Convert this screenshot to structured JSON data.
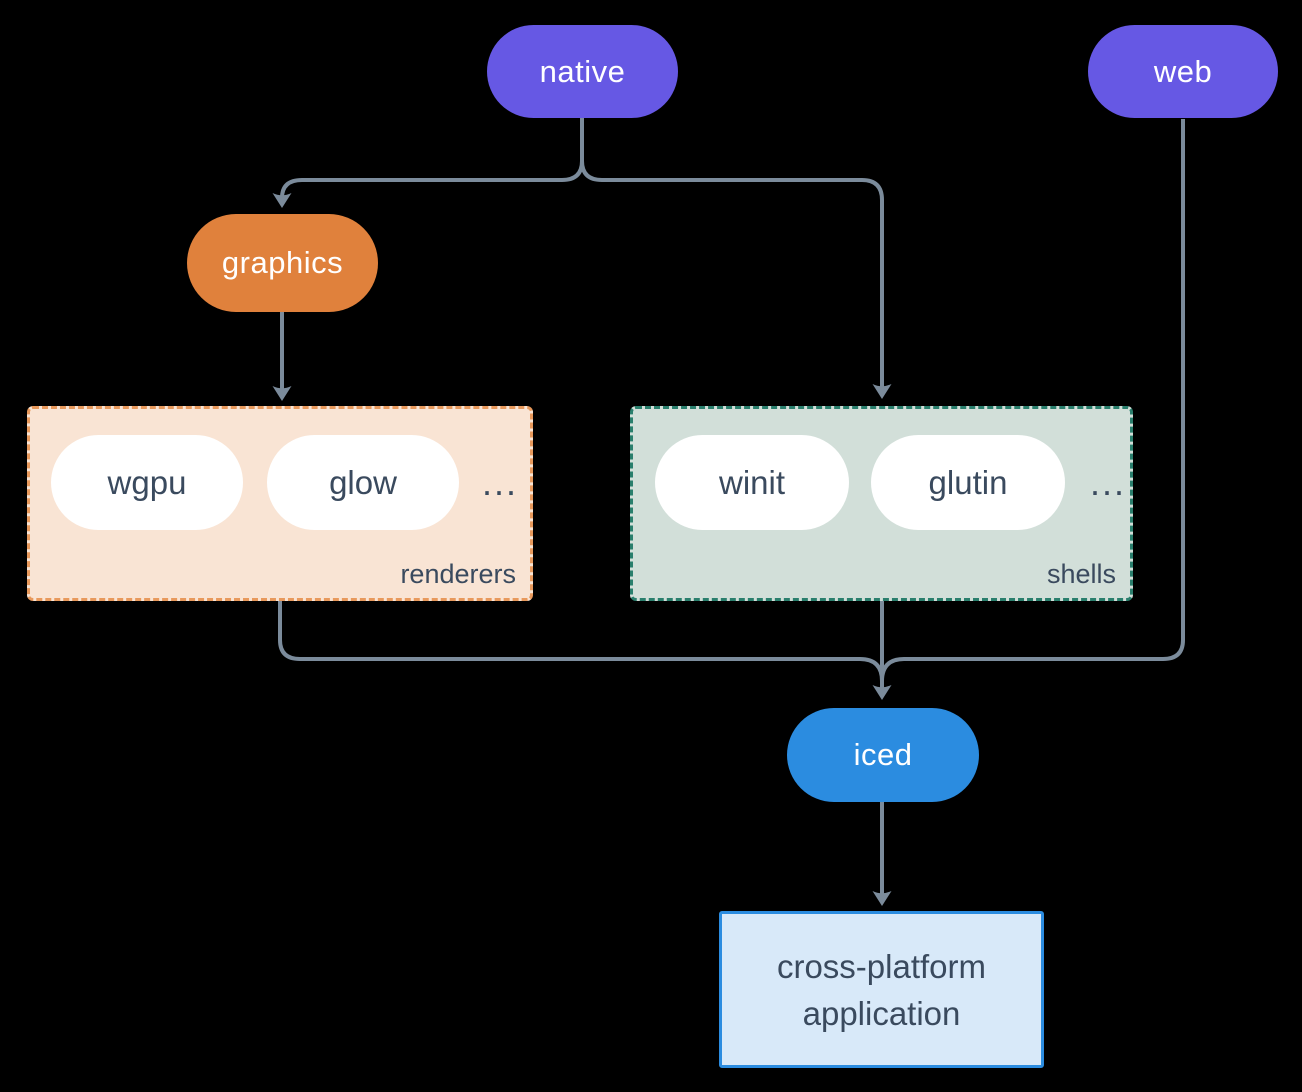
{
  "diagram": {
    "background": "#000000",
    "connector_color": "#7b8b9b",
    "item_fill": "#ffffff",
    "item_text_color": "#3a4a5e",
    "nodes": {
      "native": {
        "label": "native",
        "color": "#6658e4",
        "text_color": "#ffffff"
      },
      "web": {
        "label": "web",
        "color": "#6658e4",
        "text_color": "#ffffff"
      },
      "graphics": {
        "label": "graphics",
        "color": "#e0813c",
        "text_color": "#ffffff"
      },
      "iced": {
        "label": "iced",
        "color": "#2b8ce0",
        "text_color": "#ffffff"
      },
      "application": {
        "label": "cross-platform application",
        "fill": "#d8e9f9",
        "border_color": "#2b8ce0",
        "text_color": "#3a4a5e"
      }
    },
    "groups": {
      "renderers": {
        "label": "renderers",
        "items": [
          "wgpu",
          "glow"
        ],
        "ellipsis": "...",
        "fill": "#f9e4d4",
        "border_color": "#e8995c"
      },
      "shells": {
        "label": "shells",
        "items": [
          "winit",
          "glutin"
        ],
        "ellipsis": "...",
        "fill": "#d2dfd9",
        "border_color": "#2a7f6d"
      }
    }
  }
}
